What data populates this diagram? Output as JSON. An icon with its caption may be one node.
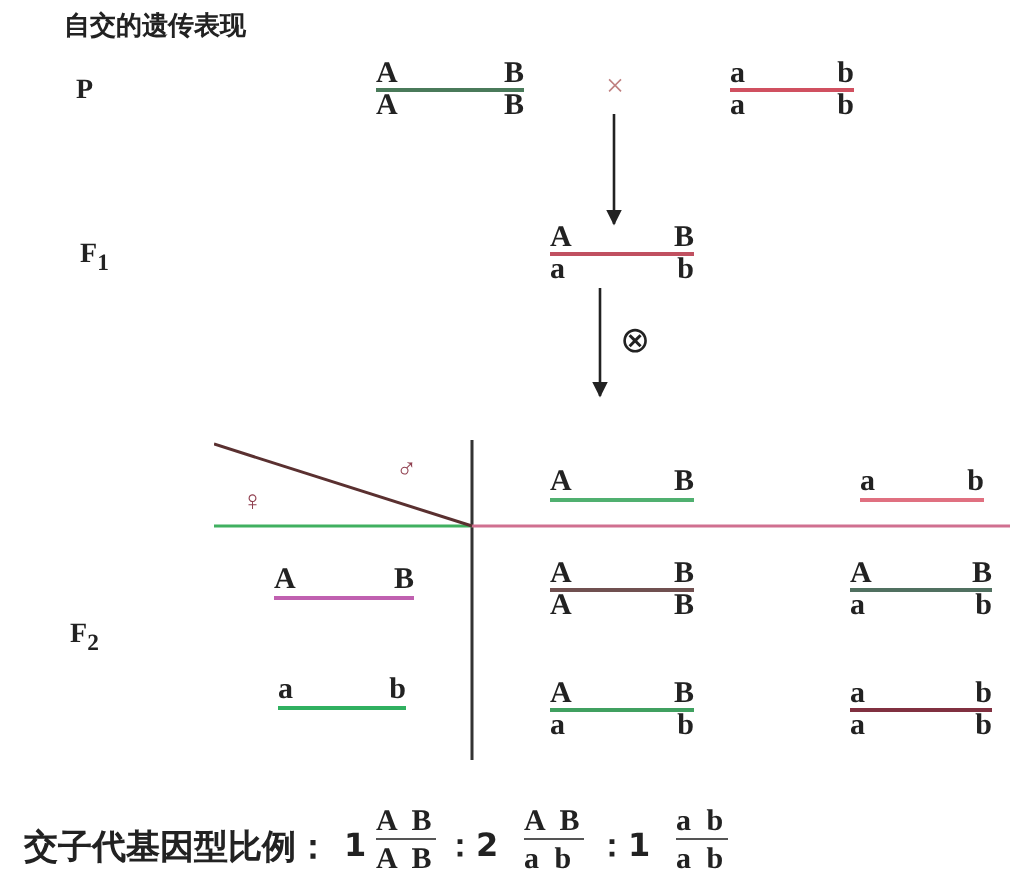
{
  "diagram": {
    "title": "自交的遗传表现",
    "caption": "交子代基因型比例：",
    "nodes": [
      {
        "text": [
          "A",
          "B",
          "A",
          "B"
        ]
      },
      {
        "text": [
          "a",
          "b",
          "a",
          "b"
        ]
      },
      {
        "text": [
          "A",
          "B",
          "a",
          "b"
        ]
      },
      {
        "text": [],
        "shape": "box"
      },
      {
        "text": [
          "A",
          "B"
        ],
        "in": 3
      },
      {
        "text": [
          "a",
          "b"
        ],
        "in": 3
      },
      {
        "text": [
          "A",
          "B"
        ],
        "in": 3
      },
      {
        "text": [
          "A",
          "B",
          "A",
          "B"
        ],
        "in": 3
      },
      {
        "text": [
          "A",
          "B",
          "a",
          "b"
        ],
        "in": 3
      },
      {
        "text": [
          "a",
          "b"
        ],
        "in": 3
      },
      {
        "text": [
          "A",
          "B",
          "a",
          "b"
        ],
        "in": 3
      },
      {
        "text": [
          "a",
          "b",
          "a",
          "b"
        ],
        "in": 3
      }
    ],
    "edges": [
      {
        "from": null,
        "to": 2,
        "arrow": "to"
      },
      {
        "from": 2,
        "to": 3,
        "arrow": "to",
        "label": "⊗"
      }
    ],
    "labels": [
      "P",
      "×",
      "F$_{1}$",
      "♂",
      "♀",
      "F$_{2}$",
      "1",
      "A B",
      "A B",
      "：2",
      "A B",
      "a b",
      "：1",
      "a b",
      "a b"
    ]
  }
}
